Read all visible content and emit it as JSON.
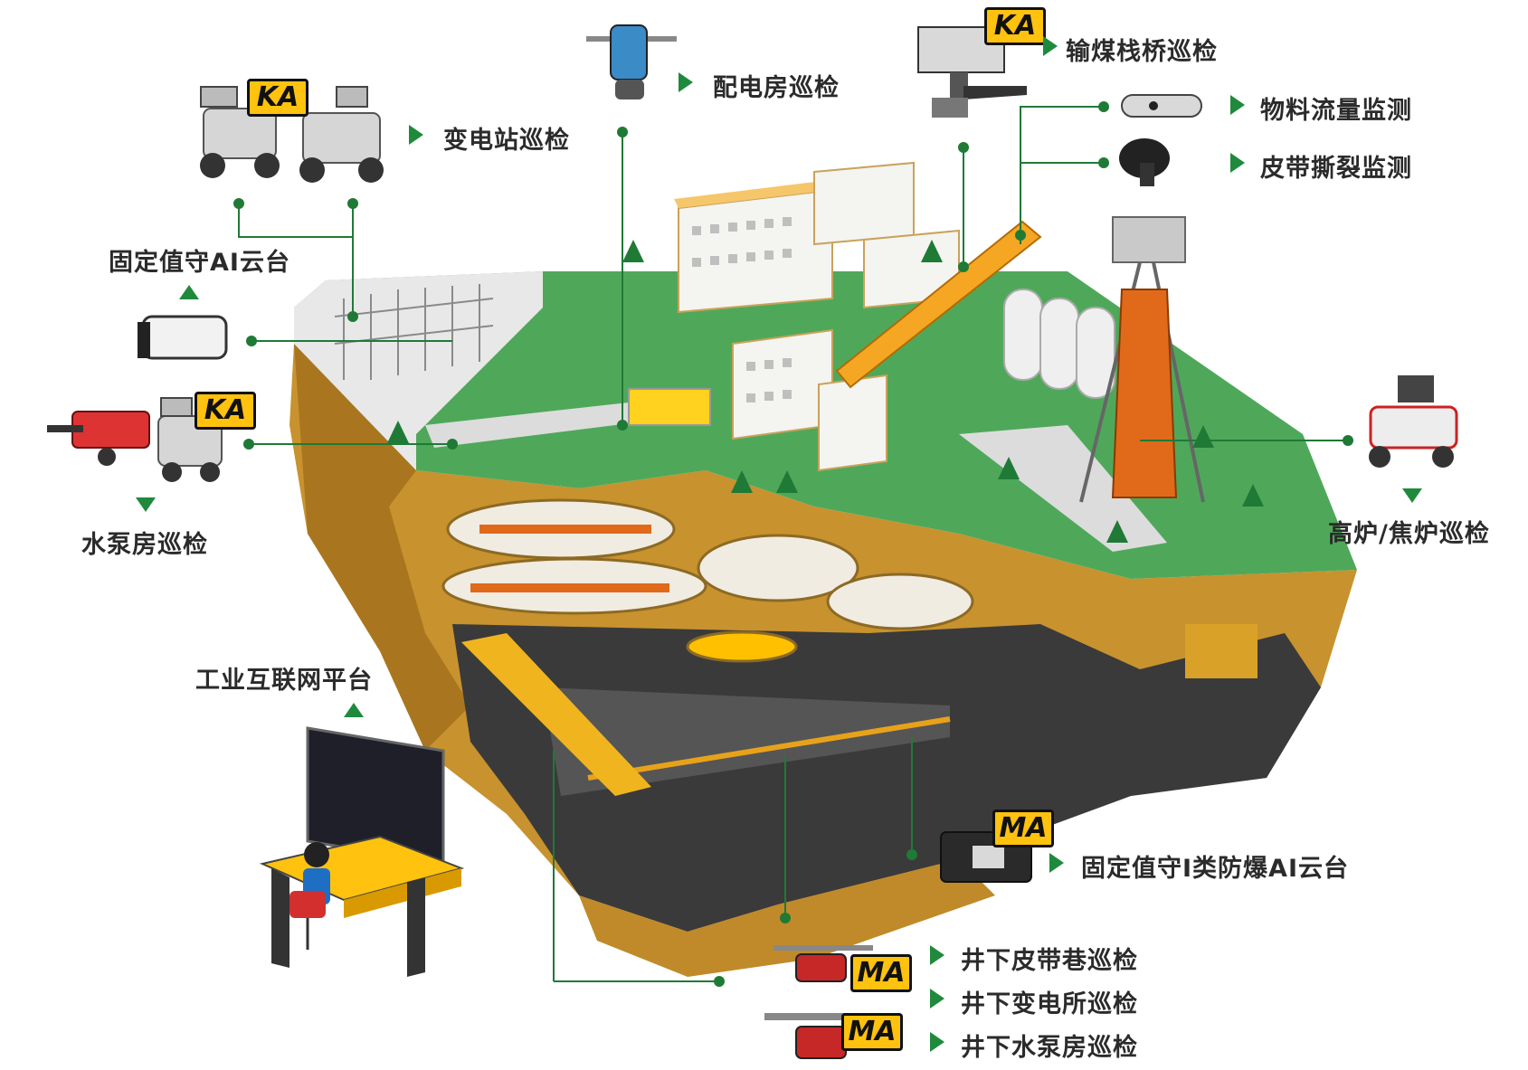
{
  "colors": {
    "accent_green": "#1f8a3c",
    "line_green": "#1f7a36",
    "badge_yellow": "#ffc20e",
    "ground_top": "#4fa85a",
    "soil": "#c8922e",
    "rock_dark": "#3a3a3a"
  },
  "labels": {
    "substation": "变电站巡检",
    "power_room": "配电房巡检",
    "coal_trestle": "输煤栈桥巡检",
    "material_flow": "物料流量监测",
    "belt_tear": "皮带撕裂监测",
    "fixed_ai_ptz": "固定值守AI云台",
    "pump_room": "水泵房巡检",
    "blast_furnace": "高炉/焦炉巡检",
    "iiot_platform": "工业互联网平台",
    "explosion_proof_ptz": "固定值守I类防爆AI云台",
    "ug_belt": "井下皮带巷巡检",
    "ug_substation": "井下变电所巡检",
    "ug_pump": "井下水泵房巡检"
  },
  "badges": {
    "ka": "KA",
    "ma": "MA"
  },
  "icons": [
    "wheeled-robot-icon",
    "rail-robot-icon",
    "ptz-camera-icon",
    "flow-sensor-icon",
    "belt-tear-camera-icon",
    "control-workstation-icon"
  ]
}
